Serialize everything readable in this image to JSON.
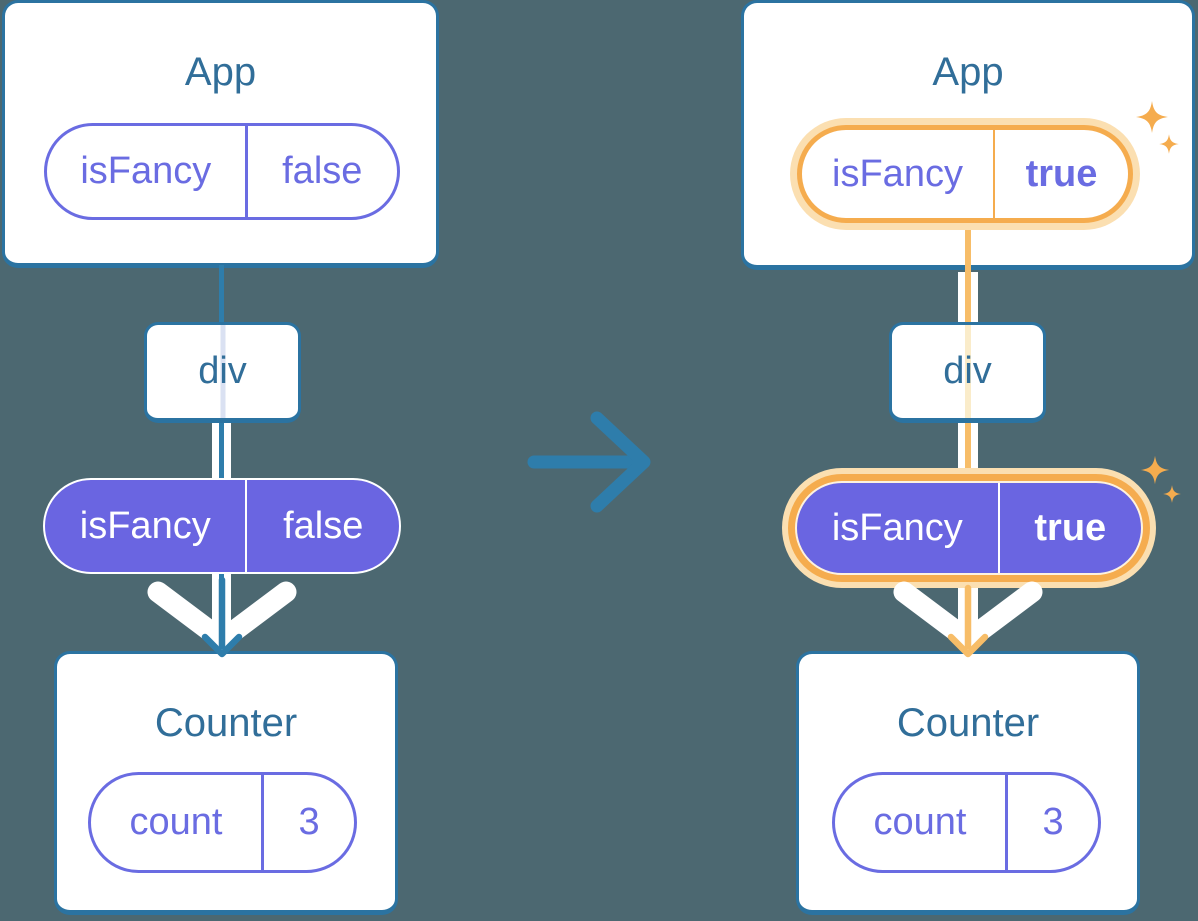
{
  "colors": {
    "background": "#4c6871",
    "card_bg": "#ffffff",
    "card_border": "#2b73a1",
    "title_text": "#316e99",
    "purple": "#6a6ce2",
    "purple_fill": "#6a65e1",
    "flow_teal": "#2e7dab",
    "lavender_line": "#dae1f2",
    "peach_line": "#faecca",
    "orange": "#f5ac4e",
    "orange_glow": "#fbdfb1",
    "orange_line": "#f7bd68",
    "sparkle": "#f5ac4e",
    "white": "#ffffff"
  },
  "icons": {
    "transition": "arrow-right-icon",
    "flow": "arrow-down-icon",
    "highlight": "sparkle-icon"
  },
  "before": {
    "app": {
      "title": "App",
      "prop": {
        "name": "isFancy",
        "value": "false"
      }
    },
    "div": {
      "label": "div"
    },
    "passed_prop": {
      "name": "isFancy",
      "value": "false"
    },
    "counter": {
      "title": "Counter",
      "state": {
        "name": "count",
        "value": "3"
      }
    }
  },
  "after": {
    "app": {
      "title": "App",
      "prop": {
        "name": "isFancy",
        "value": "true"
      }
    },
    "div": {
      "label": "div"
    },
    "passed_prop": {
      "name": "isFancy",
      "value": "true"
    },
    "counter": {
      "title": "Counter",
      "state": {
        "name": "count",
        "value": "3"
      }
    }
  }
}
